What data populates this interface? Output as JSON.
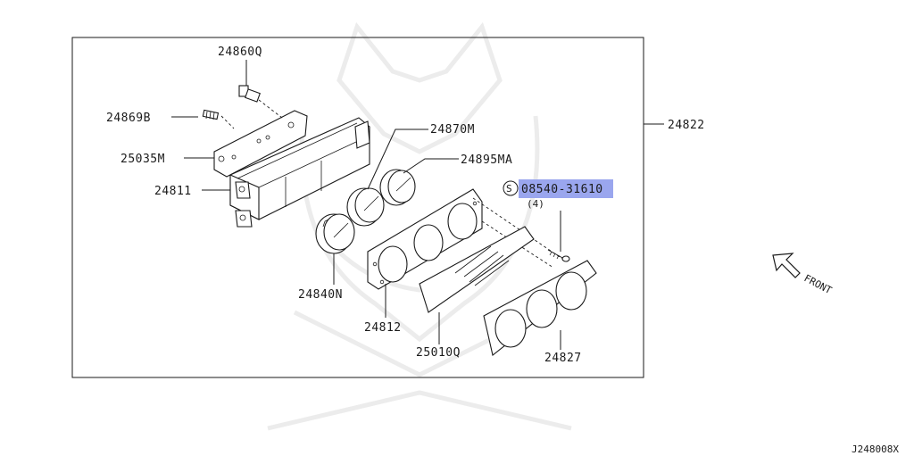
{
  "diagram": {
    "parts": [
      {
        "id": "p1",
        "number": "24860Q"
      },
      {
        "id": "p2",
        "number": "24869B"
      },
      {
        "id": "p3",
        "number": "25035M"
      },
      {
        "id": "p4",
        "number": "24811"
      },
      {
        "id": "p5",
        "number": "24870M"
      },
      {
        "id": "p6",
        "number": "24895MA"
      },
      {
        "id": "p7",
        "number": "24822"
      },
      {
        "id": "p8",
        "number": "24840N"
      },
      {
        "id": "p9",
        "number": "24812"
      },
      {
        "id": "p10",
        "number": "25010Q"
      },
      {
        "id": "p11",
        "number": "24827"
      }
    ],
    "screw": {
      "symbol": "S",
      "number": "08540-31610",
      "quantity": "(4)",
      "highlight_color": "#9aa6ee"
    },
    "direction_label": "FRONT",
    "diagram_code": "J248008X"
  }
}
